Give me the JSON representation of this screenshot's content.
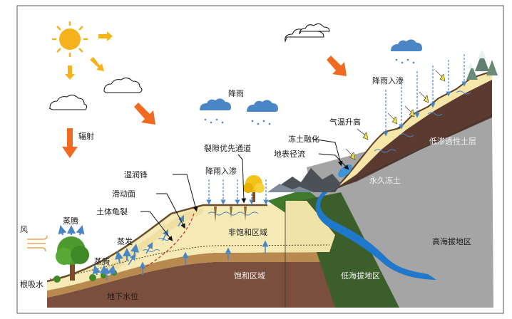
{
  "labels": {
    "wind": "风",
    "root_uptake": "根吸水",
    "transpiration_left": "蒸腾",
    "transpiration_mid": "蒸腾",
    "evaporation": "蒸发",
    "groundwater_level": "地下水位",
    "radiation": "辐射",
    "wetting_front": "湿润锋",
    "sliding_surface": "滑动面",
    "soil_crack": "土体龟裂",
    "rainfall": "降雨",
    "crack_preferential": "裂隙优先通道",
    "rain_infiltration_low": "降雨入渗",
    "unsaturated_zone": "非饱和区域",
    "saturated_zone": "饱和区域",
    "low_altitude": "低海拔地区",
    "high_altitude": "高海拔地区",
    "frozen_thaw": "冻土融化",
    "surface_runoff": "地表径流",
    "temp_rise": "气温升高",
    "rain_infiltration_high": "降雨入渗",
    "permafrost": "永久冻土",
    "low_perm_layer": "低渗透性土层"
  },
  "colors": {
    "sun": "#f6b21b",
    "arrow_orange": "#f06a22",
    "rain_blue": "#4a86c6",
    "sand": "#f6eab5",
    "brown_band": "#b98a4f",
    "deep_soil": "#7a4d3c",
    "dark_soil": "#5a3a30",
    "grey_rock": "#a3a3a3",
    "grass": "#4e8a2e",
    "river": "#1f78c9"
  }
}
